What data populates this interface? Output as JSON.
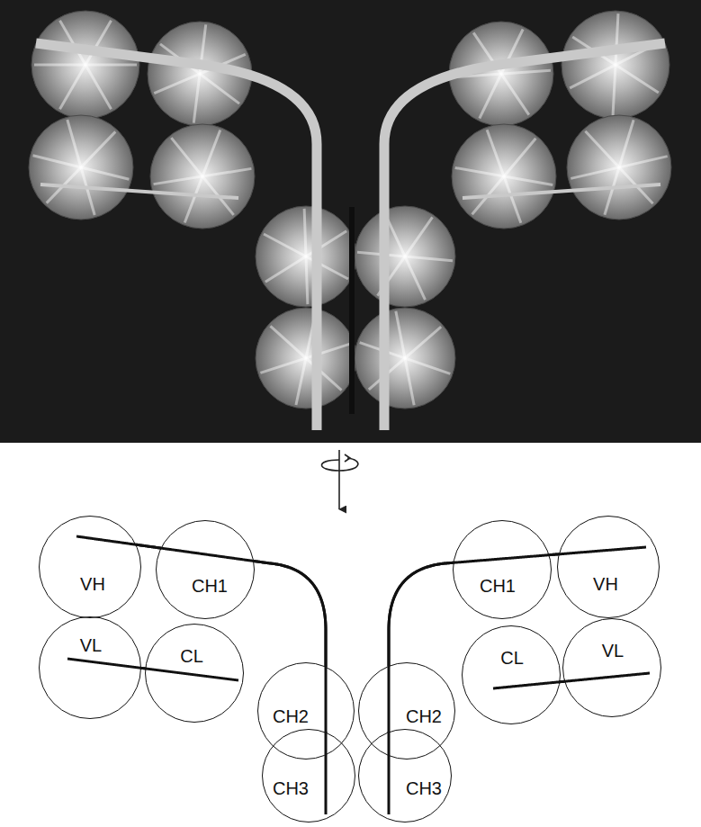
{
  "diagram": {
    "nodes": [
      {
        "text": [
          "VH"
        ]
      },
      {
        "text": [
          "CH1"
        ]
      },
      {
        "text": [
          "CH1"
        ]
      },
      {
        "text": [
          "VH"
        ]
      },
      {
        "text": [
          "VL"
        ]
      },
      {
        "text": [
          "CL"
        ]
      },
      {
        "text": [
          "CL"
        ]
      },
      {
        "text": [
          "VL"
        ]
      },
      {
        "text": [
          "CH2"
        ]
      },
      {
        "text": [
          "CH2"
        ]
      },
      {
        "text": [
          "CH3"
        ]
      },
      {
        "text": [
          "CH3"
        ]
      }
    ],
    "edges": [
      {
        "from": 0,
        "to": 1,
        "arrow": "none"
      },
      {
        "from": 1,
        "to": 8,
        "arrow": "none"
      },
      {
        "from": 8,
        "to": 10,
        "arrow": "none"
      },
      {
        "from": 4,
        "to": 5,
        "arrow": "none"
      },
      {
        "from": 3,
        "to": 2,
        "arrow": "none"
      },
      {
        "from": 2,
        "to": 9,
        "arrow": "none"
      },
      {
        "from": 9,
        "to": 11,
        "arrow": "none"
      },
      {
        "from": 7,
        "to": 6,
        "arrow": "none"
      }
    ]
  }
}
